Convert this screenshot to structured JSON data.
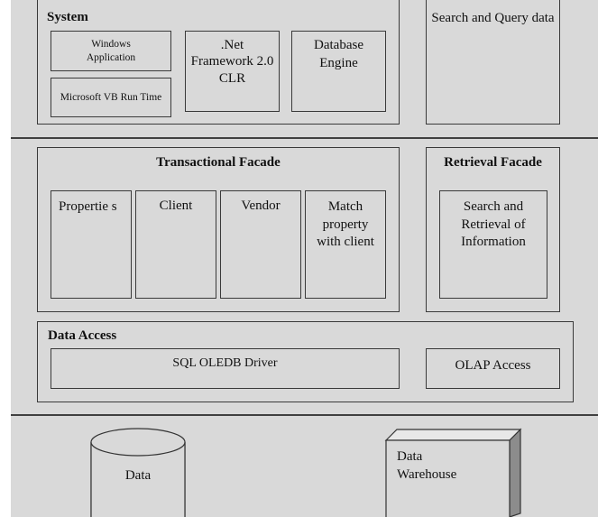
{
  "system": {
    "title": "System",
    "windows_app": "Windows Application",
    "vb_runtime": "Microsoft VB Run Time",
    "dotnet": ".Net Framework 2.0 CLR",
    "db_engine": "Database Engine",
    "search_query": "Search and Query data"
  },
  "transactional": {
    "title": "Transactional Facade",
    "properties": "Propertie s",
    "client": "Client",
    "vendor": "Vendor",
    "match": "Match property with client"
  },
  "retrieval": {
    "title": "Retrieval Facade",
    "search_retrieval": "Search and Retrieval of Information"
  },
  "data_access": {
    "title": "Data Access",
    "sql_driver": "SQL OLEDB Driver",
    "olap": "OLAP Access"
  },
  "storage": {
    "data": "Data",
    "warehouse": "Data Warehouse"
  }
}
